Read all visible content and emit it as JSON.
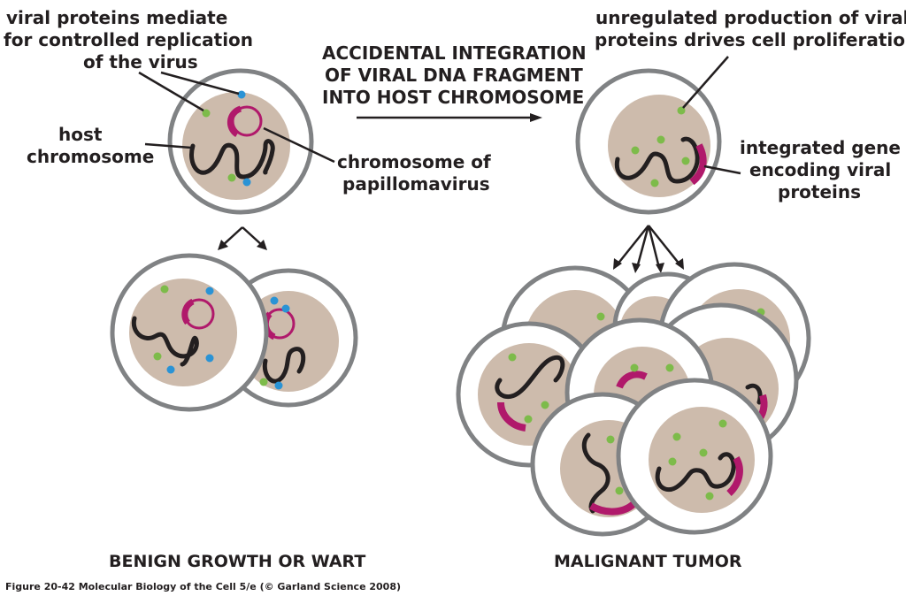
{
  "labels": {
    "viral_proteins": [
      "viral proteins mediate",
      "for controlled replication",
      "of the virus"
    ],
    "host_chromosome": [
      "host",
      "chromosome"
    ],
    "papilloma_chromosome": [
      "chromosome of",
      "papillomavirus"
    ],
    "integration": [
      "ACCIDENTAL INTEGRATION",
      "OF VIRAL DNA FRAGMENT",
      "INTO HOST CHROMOSOME"
    ],
    "unregulated": [
      "unregulated production of viral",
      "proteins drives cell proliferation"
    ],
    "integrated_gene": [
      "integrated gene",
      "encoding viral",
      "proteins"
    ],
    "benign": "BENIGN GROWTH OR WART",
    "malignant": "MALIGNANT TUMOR",
    "figure_caption": "Figure 20-42  Molecular Biology of the Cell 5/e (© Garland Science 2008)"
  },
  "colors": {
    "cell_outline": "#808284",
    "nucleus": "#cdbbac",
    "chromosome": "#231f20",
    "viral_dna": "#b0196b",
    "viral_protein_green": "#7dbb4a",
    "viral_protein_blue": "#2a93d5"
  }
}
